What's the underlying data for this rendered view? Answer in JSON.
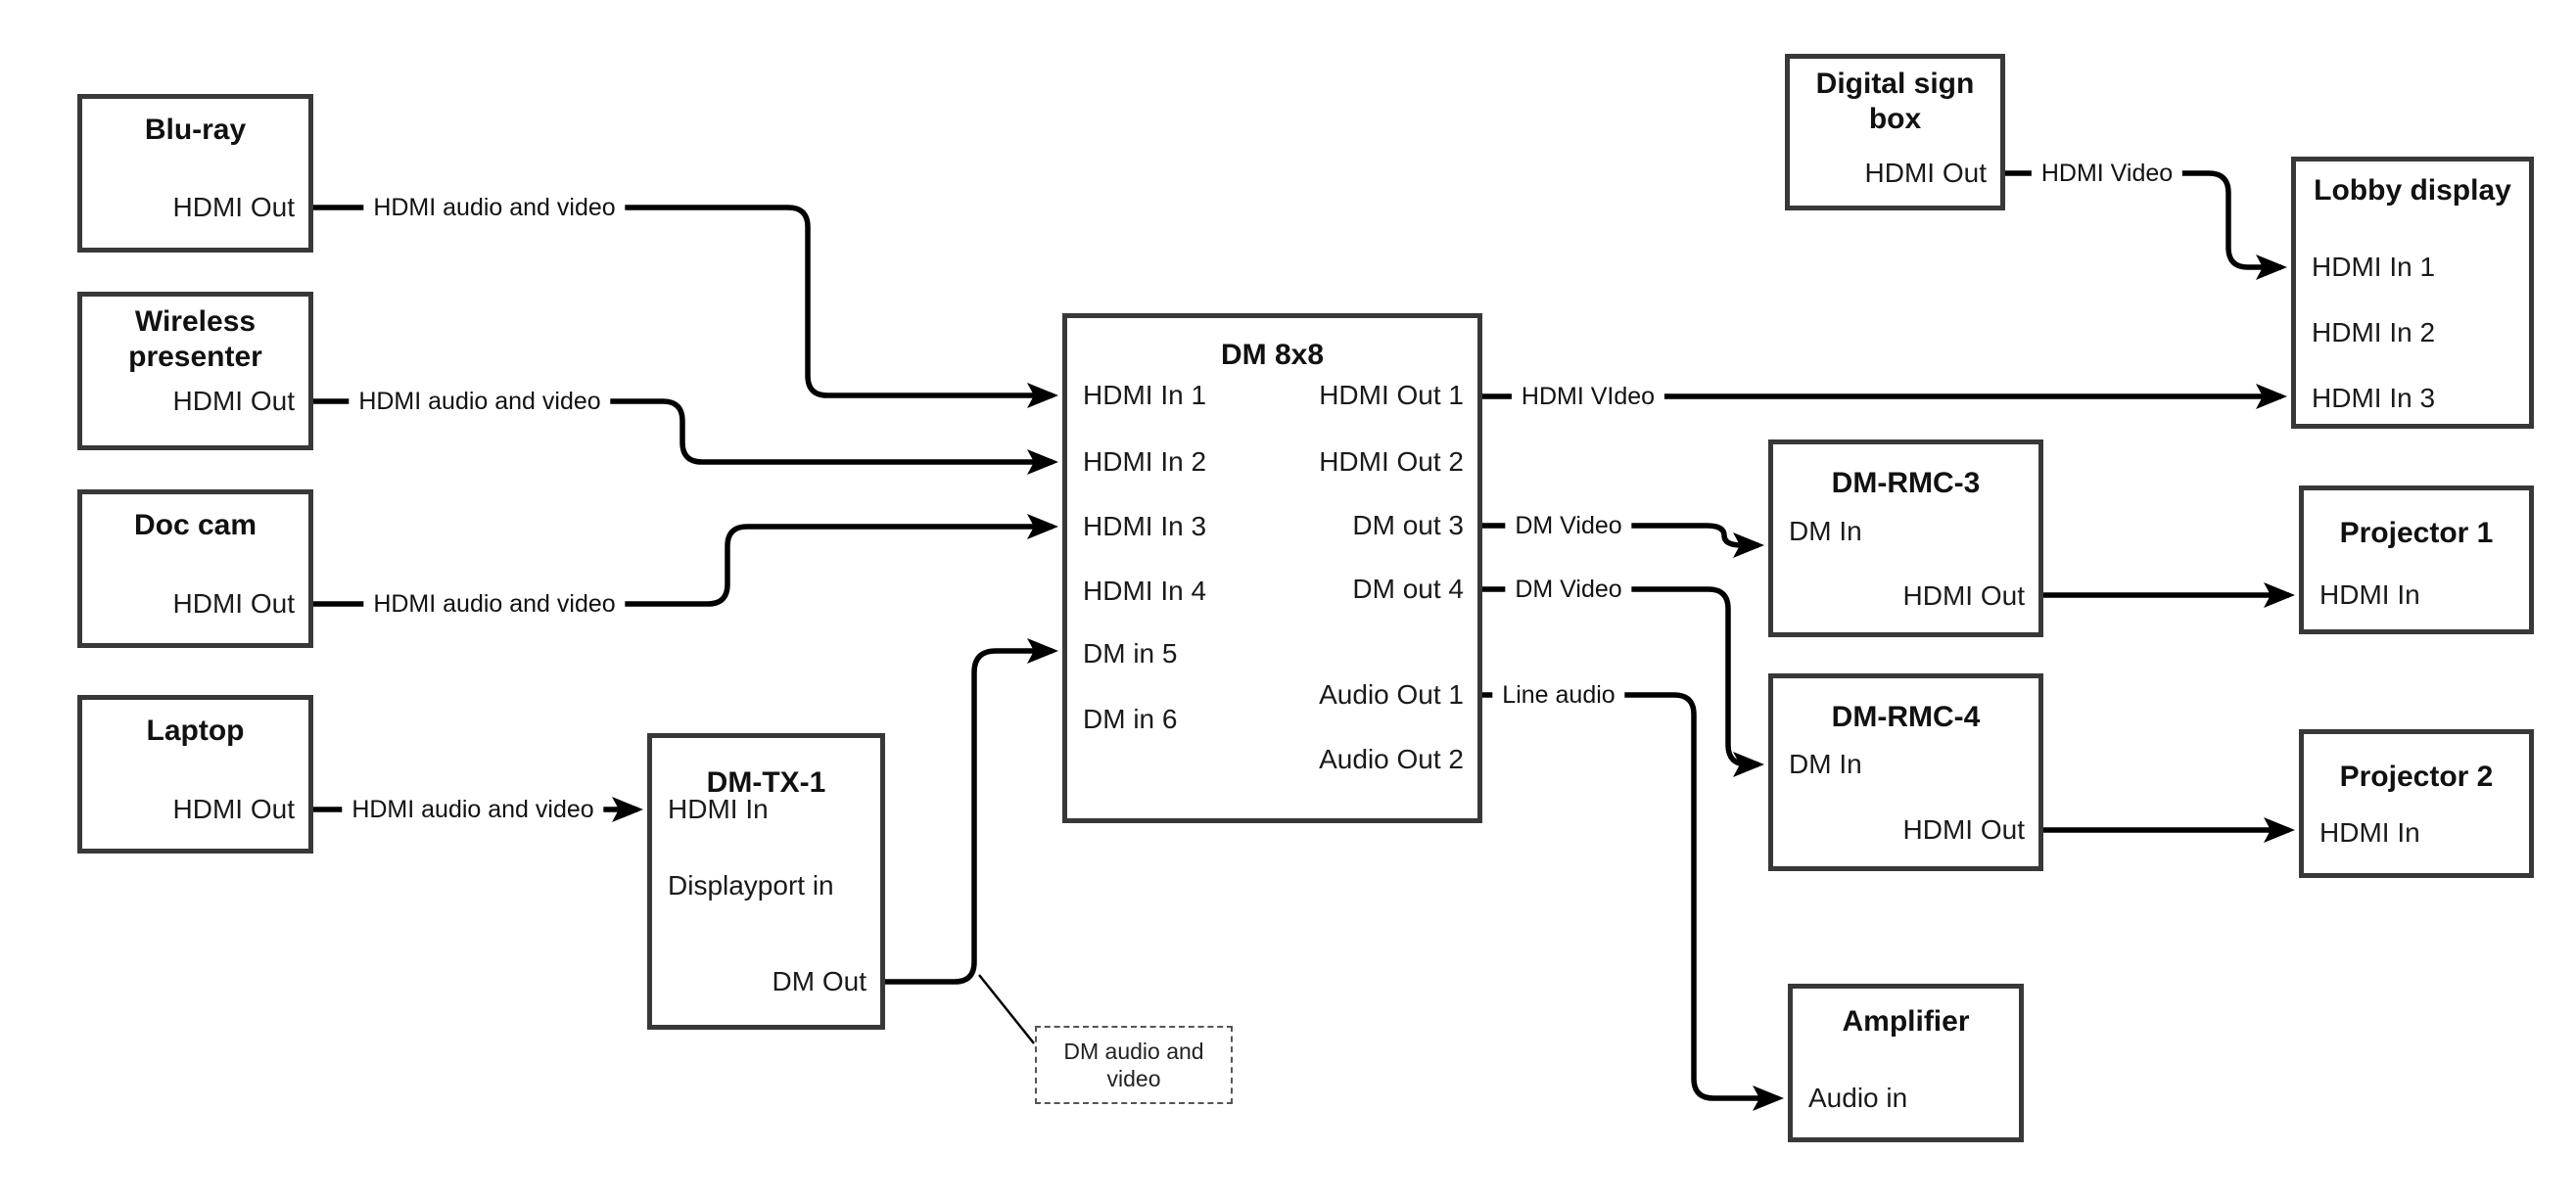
{
  "diagram": {
    "background": "#ffffff",
    "line_color": "#000000",
    "box_border_color": "#383838",
    "text_color": "#1a1a1a"
  },
  "boxes": {
    "bluray": {
      "title": "Blu-ray",
      "ports": [
        {
          "label": "HDMI Out"
        }
      ]
    },
    "wireless": {
      "title": "Wireless presenter",
      "ports": [
        {
          "label": "HDMI Out"
        }
      ]
    },
    "doccam": {
      "title": "Doc cam",
      "ports": [
        {
          "label": "HDMI Out"
        }
      ]
    },
    "laptop": {
      "title": "Laptop",
      "ports": [
        {
          "label": "HDMI Out"
        }
      ]
    },
    "dmtx1": {
      "title": "DM-TX-1",
      "ports": [
        {
          "label": "HDMI In"
        },
        {
          "label": "Displayport in"
        },
        {
          "label": "DM Out"
        }
      ]
    },
    "dm8x8": {
      "title": "DM 8x8",
      "ports": [
        {
          "label": "HDMI In 1"
        },
        {
          "label": "HDMI In 2"
        },
        {
          "label": "HDMI In 3"
        },
        {
          "label": "HDMI In 4"
        },
        {
          "label": "DM in 5"
        },
        {
          "label": "DM in 6"
        },
        {
          "label": "HDMI Out 1"
        },
        {
          "label": "HDMI Out 2"
        },
        {
          "label": "DM out 3"
        },
        {
          "label": "DM out 4"
        },
        {
          "label": "Audio Out 1"
        },
        {
          "label": "Audio Out 2"
        }
      ]
    },
    "digitalsign": {
      "title": "Digital sign box",
      "ports": [
        {
          "label": "HDMI Out"
        }
      ]
    },
    "lobby": {
      "title": "Lobby display",
      "ports": [
        {
          "label": "HDMI In 1"
        },
        {
          "label": "HDMI In 2"
        },
        {
          "label": "HDMI In 3"
        }
      ]
    },
    "dmrmc3": {
      "title": "DM-RMC-3",
      "ports": [
        {
          "label": "DM In"
        },
        {
          "label": "HDMI Out"
        }
      ]
    },
    "proj1": {
      "title": "Projector 1",
      "ports": [
        {
          "label": "HDMI In"
        }
      ]
    },
    "dmrmc4": {
      "title": "DM-RMC-4",
      "ports": [
        {
          "label": "DM In"
        },
        {
          "label": "HDMI Out"
        }
      ]
    },
    "proj2": {
      "title": "Projector 2",
      "ports": [
        {
          "label": "HDMI In"
        }
      ]
    },
    "amplifier": {
      "title": "Amplifier",
      "ports": [
        {
          "label": "Audio in"
        }
      ]
    }
  },
  "connection_labels": {
    "bluray_to_hdmi_in_1": "HDMI audio and video",
    "wireless_to_hdmi_in_2": "HDMI audio and video",
    "doccam_to_hdmi_in_3": "HDMI audio and video",
    "laptop_to_dmtx1": "HDMI audio and video",
    "hdmi_out_1_to_lobby": "HDMI VIdeo",
    "dm_out_3_to_rmc3": "DM Video",
    "dm_out_4_to_rmc4": "DM Video",
    "audio_out_1_to_amplifier": "Line audio",
    "digital_sign_to_lobby": "HDMI Video"
  },
  "annotation": {
    "text": "DM audio and video"
  }
}
